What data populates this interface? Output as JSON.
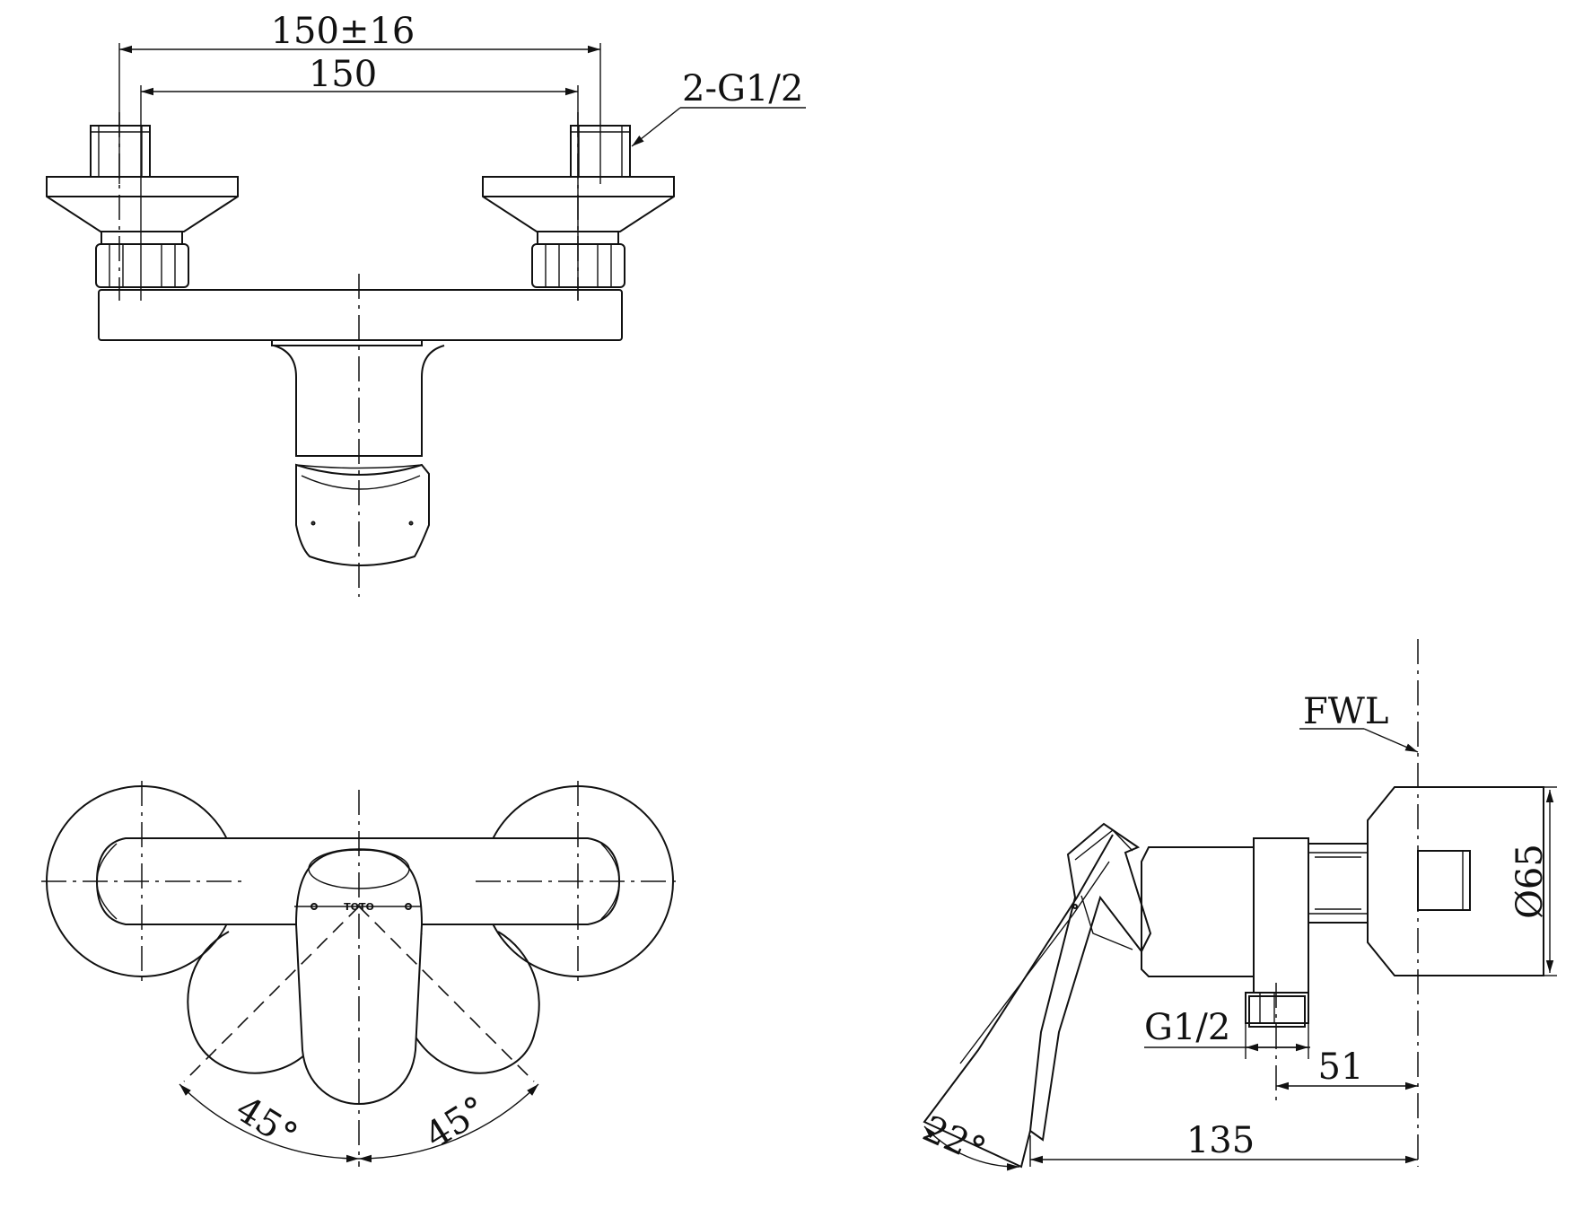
{
  "dimensions": {
    "overall_spacing": "150±16",
    "inlet_spacing": "150",
    "inlet_thread": "2-G1/2",
    "wall_label": "FWL",
    "flange_diameter": "Ø65",
    "outlet_thread": "G1/2",
    "outlet_offset": "51",
    "projection": "135",
    "swing_left": "45°",
    "swing_right": "45°",
    "handle_tilt": "22°"
  },
  "brand_mark": "TOTO"
}
